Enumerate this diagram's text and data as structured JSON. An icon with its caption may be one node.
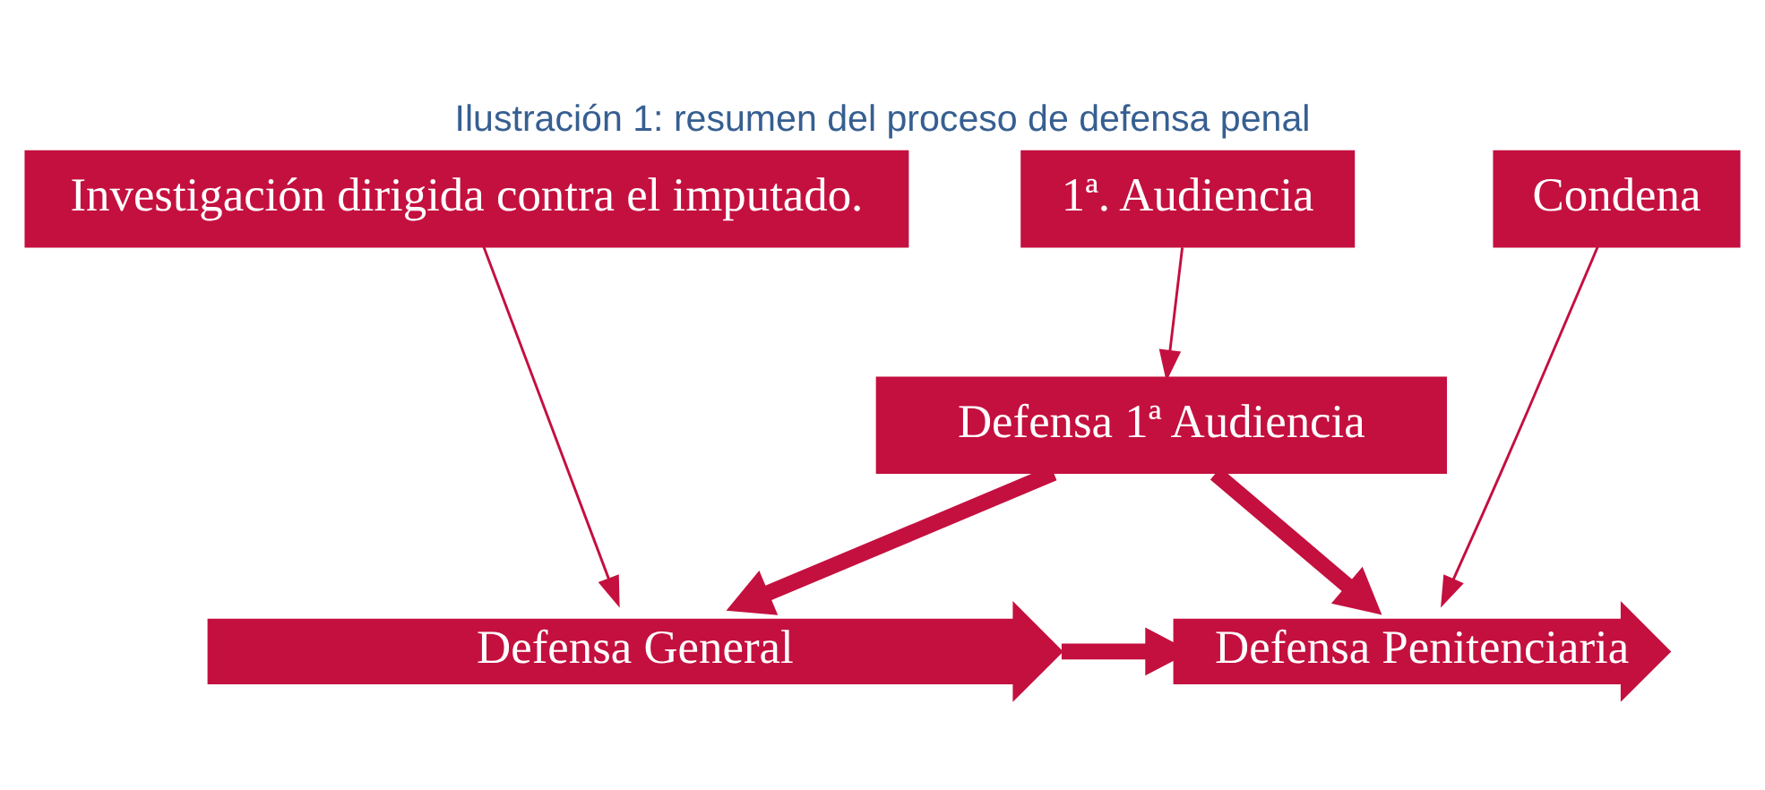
{
  "diagram": {
    "title": "Ilustración 1: resumen del proceso de defensa penal",
    "nodes": [
      {
        "text": [
          "Investigación dirigida contra el imputado."
        ]
      },
      {
        "text": [
          "1ª. Audiencia"
        ]
      },
      {
        "text": [
          "Condena"
        ]
      },
      {
        "text": [
          "Defensa General"
        ]
      },
      {
        "text": [
          "Defensa Penitenciaria"
        ]
      },
      {
        "text": [
          "Defensa 1ª Audiencia"
        ]
      }
    ],
    "edges": [
      {
        "from": 0,
        "to": 3,
        "arrow": "to"
      },
      {
        "from": 1,
        "to": 5,
        "arrow": "to"
      },
      {
        "from": 2,
        "to": 4,
        "arrow": "to"
      },
      {
        "from": 3,
        "to": 4,
        "arrow": "to",
        "style": "thick"
      },
      {
        "from": 5,
        "to": 3,
        "arrow": "to",
        "style": "thick"
      },
      {
        "from": 5,
        "to": 4,
        "arrow": "to",
        "style": "thick"
      }
    ]
  }
}
